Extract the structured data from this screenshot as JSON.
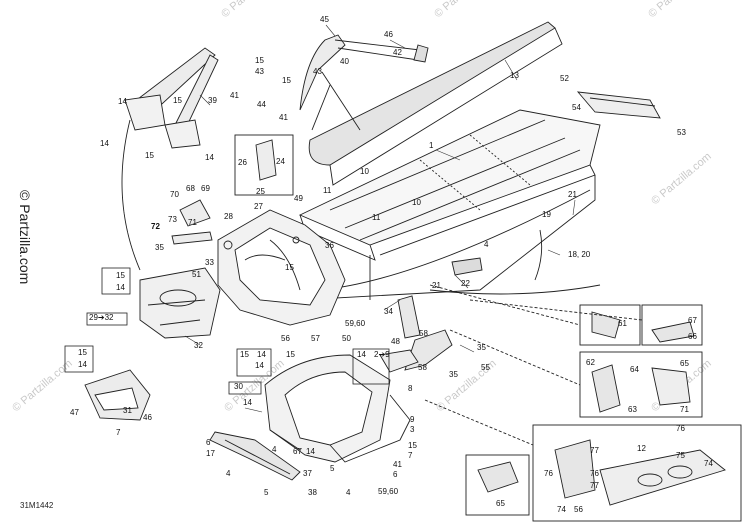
{
  "diagram": {
    "code": "31M1442",
    "copyright": "© Partzilla.com",
    "watermark": "© Partzilla.com",
    "callouts": [
      {
        "id": "c45",
        "text": "45"
      },
      {
        "id": "c46",
        "text": "46"
      },
      {
        "id": "c42",
        "text": "42"
      },
      {
        "id": "c40",
        "text": "40"
      },
      {
        "id": "c13",
        "text": "13"
      },
      {
        "id": "c15a",
        "text": "15"
      },
      {
        "id": "c43a",
        "text": "43"
      },
      {
        "id": "c15b",
        "text": "15"
      },
      {
        "id": "c43b",
        "text": "43"
      },
      {
        "id": "c41a",
        "text": "41"
      },
      {
        "id": "c44",
        "text": "44"
      },
      {
        "id": "c41b",
        "text": "41"
      },
      {
        "id": "c52",
        "text": "52"
      },
      {
        "id": "c54",
        "text": "54"
      },
      {
        "id": "c53",
        "text": "53"
      },
      {
        "id": "c14a",
        "text": "14"
      },
      {
        "id": "c15c",
        "text": "15"
      },
      {
        "id": "c39",
        "text": "39"
      },
      {
        "id": "c14b",
        "text": "14"
      },
      {
        "id": "c15d",
        "text": "15"
      },
      {
        "id": "c14c",
        "text": "14"
      },
      {
        "id": "c1",
        "text": "1"
      },
      {
        "id": "c26",
        "text": "26"
      },
      {
        "id": "c24",
        "text": "24"
      },
      {
        "id": "c25",
        "text": "25"
      },
      {
        "id": "c10a",
        "text": "10"
      },
      {
        "id": "c11a",
        "text": "11"
      },
      {
        "id": "c10b",
        "text": "10"
      },
      {
        "id": "c11b",
        "text": "11"
      },
      {
        "id": "c21",
        "text": "21"
      },
      {
        "id": "c19",
        "text": "19"
      },
      {
        "id": "c70",
        "text": "70"
      },
      {
        "id": "c68",
        "text": "68"
      },
      {
        "id": "c69",
        "text": "69"
      },
      {
        "id": "c73",
        "text": "73"
      },
      {
        "id": "c72",
        "text": "72"
      },
      {
        "id": "c71",
        "text": "71"
      },
      {
        "id": "c28",
        "text": "28"
      },
      {
        "id": "c27",
        "text": "27"
      },
      {
        "id": "c49",
        "text": "49"
      },
      {
        "id": "c36",
        "text": "36"
      },
      {
        "id": "c4a",
        "text": "4"
      },
      {
        "id": "c1820",
        "text": "18, 20"
      },
      {
        "id": "c35a",
        "text": "35"
      },
      {
        "id": "c15e",
        "text": "15"
      },
      {
        "id": "c14d",
        "text": "14"
      },
      {
        "id": "c51",
        "text": "51"
      },
      {
        "id": "c33",
        "text": "33"
      },
      {
        "id": "c15f",
        "text": "15"
      },
      {
        "id": "c22",
        "text": "22"
      },
      {
        "id": "c21b",
        "text": "21"
      },
      {
        "id": "c2932",
        "text": "29➔32"
      },
      {
        "id": "c34",
        "text": "34"
      },
      {
        "id": "c5960a",
        "text": "59,60"
      },
      {
        "id": "c56a",
        "text": "56"
      },
      {
        "id": "c57",
        "text": "57"
      },
      {
        "id": "c50",
        "text": "50"
      },
      {
        "id": "c58a",
        "text": "58"
      },
      {
        "id": "c48",
        "text": "48"
      },
      {
        "id": "c35b",
        "text": "35"
      },
      {
        "id": "c58b",
        "text": "58"
      },
      {
        "id": "c35c",
        "text": "35"
      },
      {
        "id": "c55",
        "text": "55"
      },
      {
        "id": "c32",
        "text": "32"
      },
      {
        "id": "c61",
        "text": "61"
      },
      {
        "id": "c67a",
        "text": "67"
      },
      {
        "id": "c66",
        "text": "66"
      },
      {
        "id": "c62",
        "text": "62"
      },
      {
        "id": "c64",
        "text": "64"
      },
      {
        "id": "c65a",
        "text": "65"
      },
      {
        "id": "c63",
        "text": "63"
      },
      {
        "id": "c71b",
        "text": "71"
      },
      {
        "id": "c15g",
        "text": "15"
      },
      {
        "id": "c14e",
        "text": "14"
      },
      {
        "id": "c15h",
        "text": "15"
      },
      {
        "id": "c14f",
        "text": "14"
      },
      {
        "id": "c14g",
        "text": "14"
      },
      {
        "id": "c8",
        "text": "8"
      },
      {
        "id": "c15i",
        "text": "15"
      },
      {
        "id": "c14h",
        "text": "14"
      },
      {
        "id": "c29",
        "text": "2➔9"
      },
      {
        "id": "c30",
        "text": "30"
      },
      {
        "id": "c47",
        "text": "47"
      },
      {
        "id": "c31",
        "text": "31"
      },
      {
        "id": "c46b",
        "text": "46"
      },
      {
        "id": "c7a",
        "text": "7"
      },
      {
        "id": "c14i",
        "text": "14"
      },
      {
        "id": "c9",
        "text": "9"
      },
      {
        "id": "c3",
        "text": "3"
      },
      {
        "id": "c6a",
        "text": "6"
      },
      {
        "id": "c17",
        "text": "17"
      },
      {
        "id": "c4b",
        "text": "4"
      },
      {
        "id": "c67b",
        "text": "67"
      },
      {
        "id": "c14j",
        "text": "14"
      },
      {
        "id": "c15j",
        "text": "15"
      },
      {
        "id": "c7b",
        "text": "7"
      },
      {
        "id": "c5a",
        "text": "5"
      },
      {
        "id": "c4c",
        "text": "4"
      },
      {
        "id": "c37",
        "text": "37"
      },
      {
        "id": "c41c",
        "text": "41"
      },
      {
        "id": "c6b",
        "text": "6"
      },
      {
        "id": "c5b",
        "text": "5"
      },
      {
        "id": "c38",
        "text": "38"
      },
      {
        "id": "c4d",
        "text": "4"
      },
      {
        "id": "c5960b",
        "text": "59,60"
      },
      {
        "id": "c76a",
        "text": "76"
      },
      {
        "id": "c77a",
        "text": "77"
      },
      {
        "id": "c12",
        "text": "12"
      },
      {
        "id": "c76b",
        "text": "76"
      },
      {
        "id": "c76c",
        "text": "76"
      },
      {
        "id": "c77b",
        "text": "77"
      },
      {
        "id": "c75",
        "text": "75"
      },
      {
        "id": "c74a",
        "text": "74"
      },
      {
        "id": "c74b",
        "text": "74"
      },
      {
        "id": "c56b",
        "text": "56"
      },
      {
        "id": "c65b",
        "text": "65"
      }
    ]
  }
}
